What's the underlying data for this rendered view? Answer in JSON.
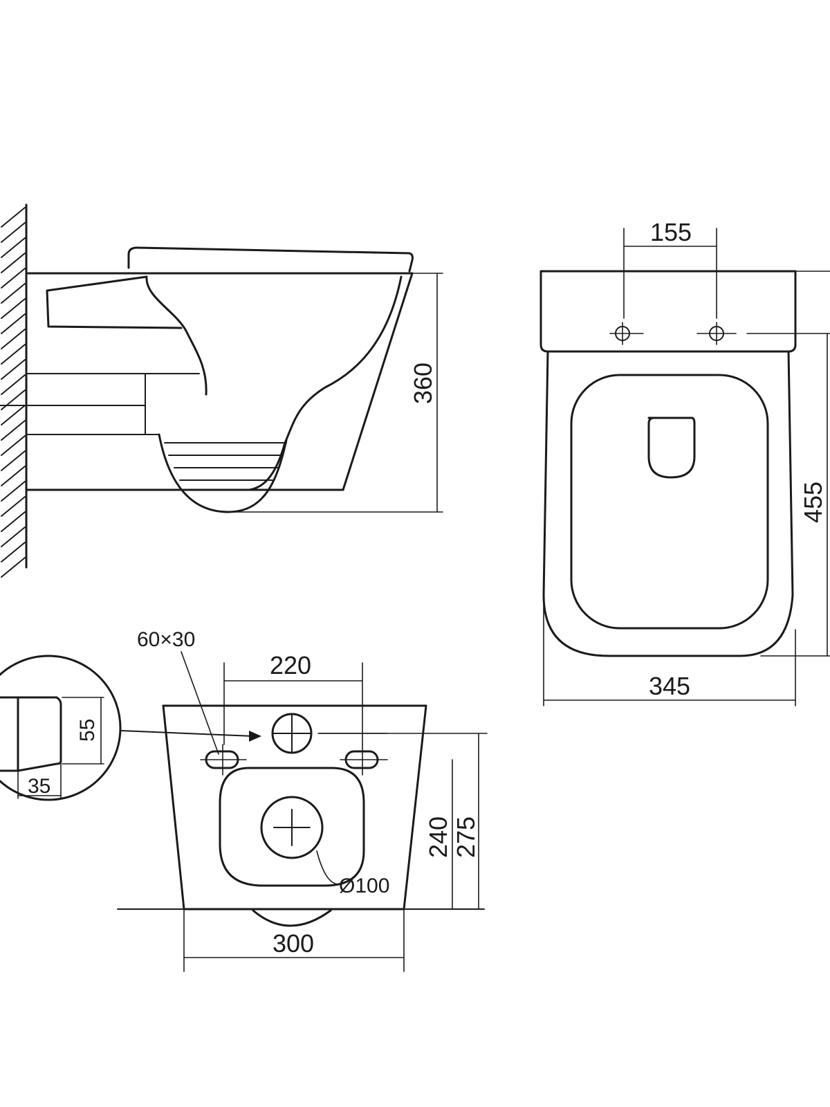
{
  "side_view": {
    "height_label": "360"
  },
  "top_view": {
    "hinge_spacing_label": "155",
    "depth_label": "455",
    "width_label": "345"
  },
  "rear_view": {
    "slot_size_label": "60×30",
    "bolt_spacing_label": "220",
    "inlet_height_label": "240",
    "overall_height_label": "275",
    "outlet_diameter_label": "Ø100",
    "bottom_width_label": "300"
  },
  "detail_view": {
    "height_label": "55",
    "width_label": "35"
  },
  "colors": {
    "line": "#1a1a1a",
    "background": "#ffffff"
  }
}
